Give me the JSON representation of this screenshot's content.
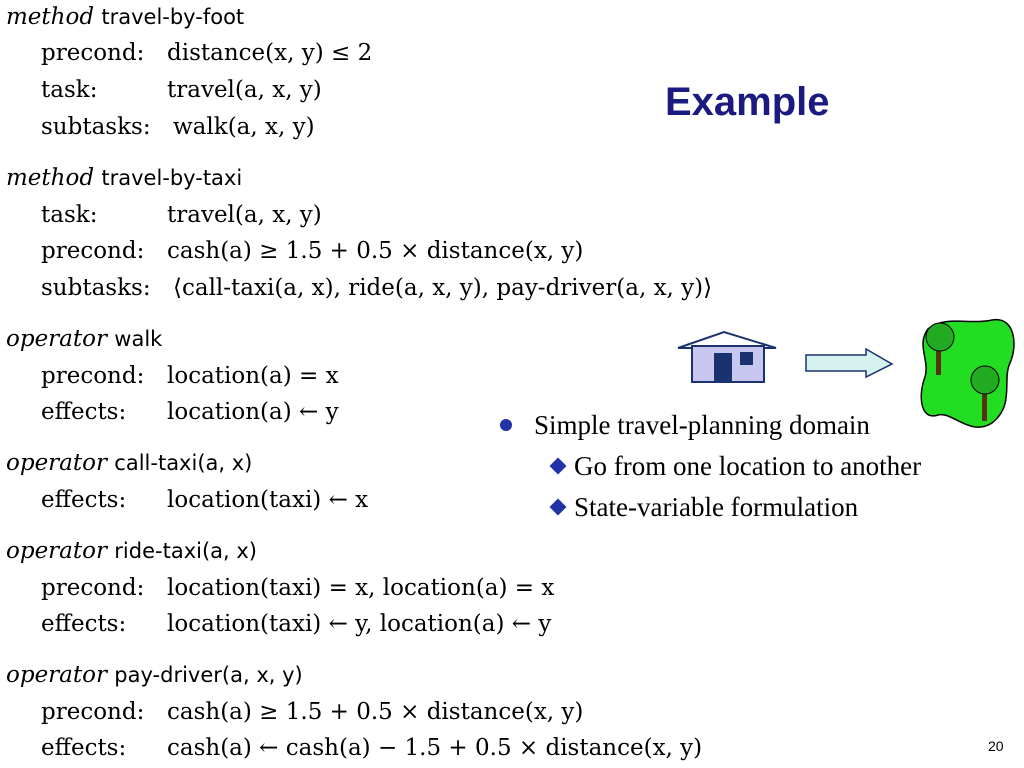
{
  "title": "Example",
  "page_number": "20",
  "methods": [
    {
      "kind": "method",
      "name": "travel-by-foot",
      "rows": [
        {
          "label": "precond:",
          "expr": "distance(x, y) ≤ 2"
        },
        {
          "label": "task:",
          "expr": "travel(a, x, y)"
        },
        {
          "label": "subtasks:",
          "expr": "walk(a, x, y)"
        }
      ]
    },
    {
      "kind": "method",
      "name": "travel-by-taxi",
      "rows": [
        {
          "label": "task:",
          "expr": "travel(a, x, y)"
        },
        {
          "label": "precond:",
          "expr": "cash(a) ≥ 1.5 + 0.5 × distance(x, y)"
        },
        {
          "label": "subtasks:",
          "expr": "⟨call-taxi(a, x), ride(a, x, y), pay-driver(a, x, y)⟩"
        }
      ]
    },
    {
      "kind": "operator",
      "name": "walk",
      "rows": [
        {
          "label": "precond:",
          "expr": "location(a) = x"
        },
        {
          "label": "effects:",
          "expr": "location(a) ← y"
        }
      ]
    },
    {
      "kind": "operator",
      "name": "call-taxi(a, x)",
      "rows": [
        {
          "label": "effects:",
          "expr": "location(taxi) ← x"
        }
      ]
    },
    {
      "kind": "operator",
      "name": "ride-taxi(a, x)",
      "rows": [
        {
          "label": "precond:",
          "expr": "location(taxi) = x, location(a) = x"
        },
        {
          "label": "effects:",
          "expr": "location(taxi) ← y, location(a) ← y"
        }
      ]
    },
    {
      "kind": "operator",
      "name": "pay-driver(a, x, y)",
      "rows": [
        {
          "label": "precond:",
          "expr": "cash(a) ≥ 1.5 + 0.5 × distance(x, y)"
        },
        {
          "label": "effects:",
          "expr": "cash(a) ← cash(a) − 1.5 + 0.5 × distance(x, y)"
        }
      ]
    }
  ],
  "bullets": {
    "main": "Simple travel-planning domain",
    "sub": [
      "Go from one location to another",
      "State-variable formulation"
    ]
  },
  "colors": {
    "title": "#1a1a80",
    "house_body": "#c7c7f0",
    "door": "#1a3370",
    "arrow": "#d6f2ee",
    "park": "#22dd22",
    "tree_top": "#22aa22",
    "trunk": "#553311",
    "bullet": "#2233aa"
  }
}
